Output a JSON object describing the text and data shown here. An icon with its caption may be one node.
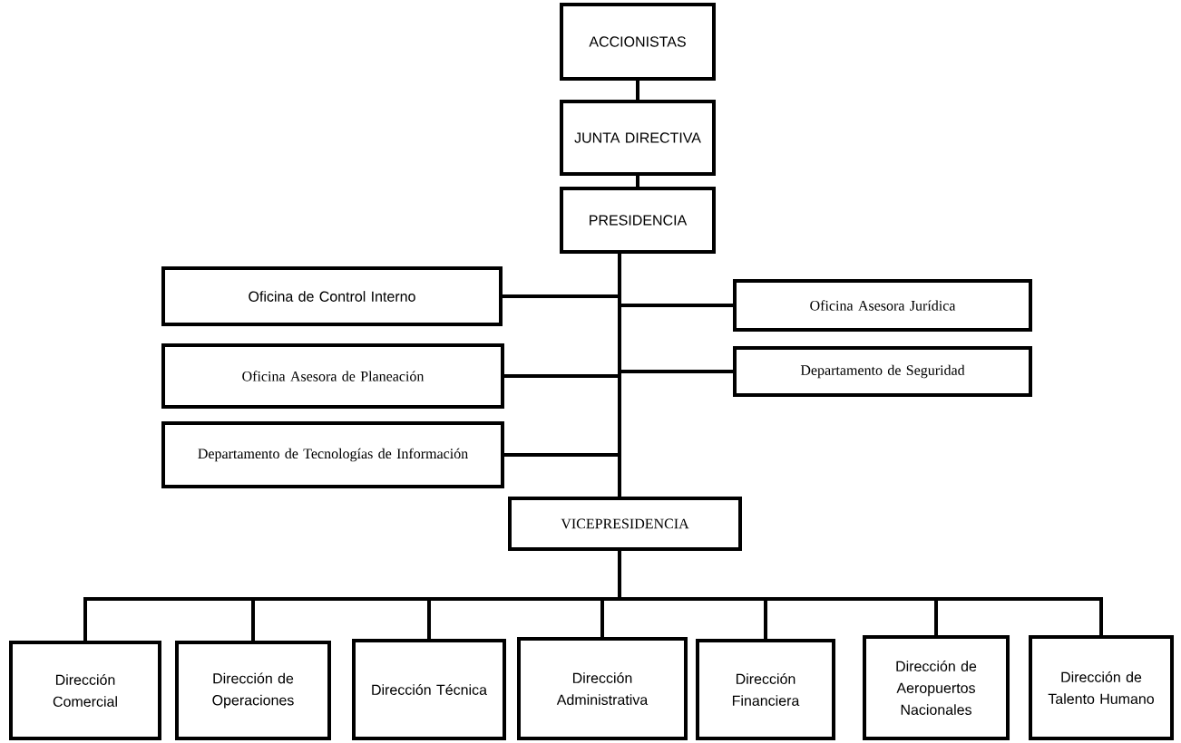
{
  "diagram": {
    "nodes": [
      {
        "text": [
          "ACCIONISTAS"
        ]
      },
      {
        "text": [
          "JUNTA DIRECTIVA"
        ]
      },
      {
        "text": [
          "PRESIDENCIA"
        ]
      },
      {
        "text": [
          "Oficina de Control Interno"
        ]
      },
      {
        "text": [
          "Oficina Asesora Jurídica"
        ]
      },
      {
        "text": [
          "Oficina Asesora de Planeación"
        ]
      },
      {
        "text": [
          "Departamento de Seguridad"
        ]
      },
      {
        "text": [
          "Departamento de Tecnologías de Información"
        ]
      },
      {
        "text": [
          "VICEPRESIDENCIA"
        ]
      },
      {
        "text": [
          "Dirección Comercial"
        ]
      },
      {
        "text": [
          "Dirección de Operaciones"
        ]
      },
      {
        "text": [
          "Dirección Técnica"
        ]
      },
      {
        "text": [
          "Dirección Administrativa"
        ]
      },
      {
        "text": [
          "Dirección Financiera"
        ]
      },
      {
        "text": [
          "Dirección de Aeropuertos Nacionales"
        ]
      },
      {
        "text": [
          "Dirección de Talento Humano"
        ]
      }
    ],
    "edges": [
      {
        "from": 0,
        "to": 1,
        "arrow": "none"
      },
      {
        "from": 1,
        "to": 2,
        "arrow": "none"
      },
      {
        "from": 2,
        "to": 3,
        "arrow": "none"
      },
      {
        "from": 2,
        "to": 4,
        "arrow": "none"
      },
      {
        "from": 2,
        "to": 5,
        "arrow": "none"
      },
      {
        "from": 2,
        "to": 6,
        "arrow": "none"
      },
      {
        "from": 2,
        "to": 7,
        "arrow": "none"
      },
      {
        "from": 2,
        "to": 8,
        "arrow": "none"
      },
      {
        "from": 8,
        "to": 9,
        "arrow": "none"
      },
      {
        "from": 8,
        "to": 10,
        "arrow": "none"
      },
      {
        "from": 8,
        "to": 11,
        "arrow": "none"
      },
      {
        "from": 8,
        "to": 12,
        "arrow": "none"
      },
      {
        "from": 8,
        "to": 13,
        "arrow": "none"
      },
      {
        "from": 8,
        "to": 14,
        "arrow": "none"
      },
      {
        "from": 8,
        "to": 15,
        "arrow": "none"
      }
    ]
  }
}
